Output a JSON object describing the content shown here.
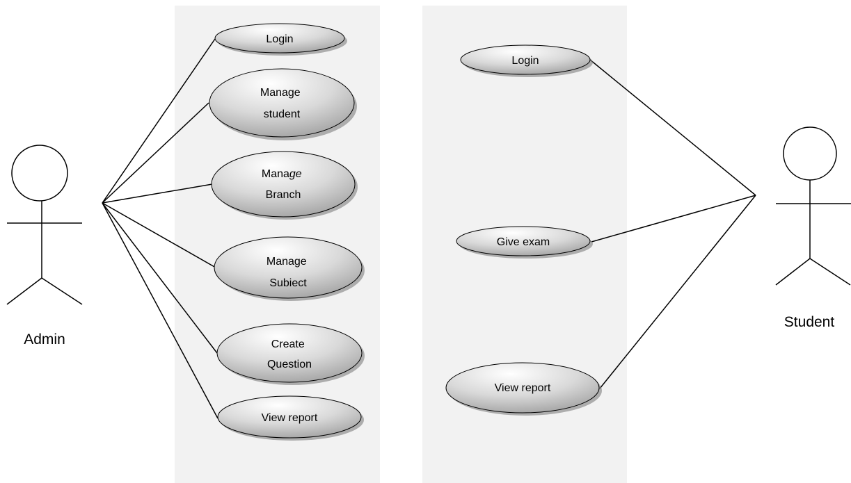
{
  "colors": {
    "background": "#ffffff",
    "boundary_fill": "#f2f2f2",
    "line": "#000000",
    "usecase_light": "#ffffff",
    "usecase_dark": "#a6a6a6",
    "usecase_shadow": "#7f7f7f"
  },
  "actors": {
    "admin": {
      "name": "Admin"
    },
    "student": {
      "name": "Student"
    }
  },
  "admin_usecases": [
    {
      "label": "Login"
    },
    {
      "label": "Manage student"
    },
    {
      "label": "Manage Branch",
      "italic_suffix": "ge"
    },
    {
      "label": "Manage Subiect"
    },
    {
      "label": "Create Question"
    },
    {
      "label": "View report"
    }
  ],
  "student_usecases": [
    {
      "label": "Login"
    },
    {
      "label": "Give exam"
    },
    {
      "label": "View report"
    }
  ]
}
